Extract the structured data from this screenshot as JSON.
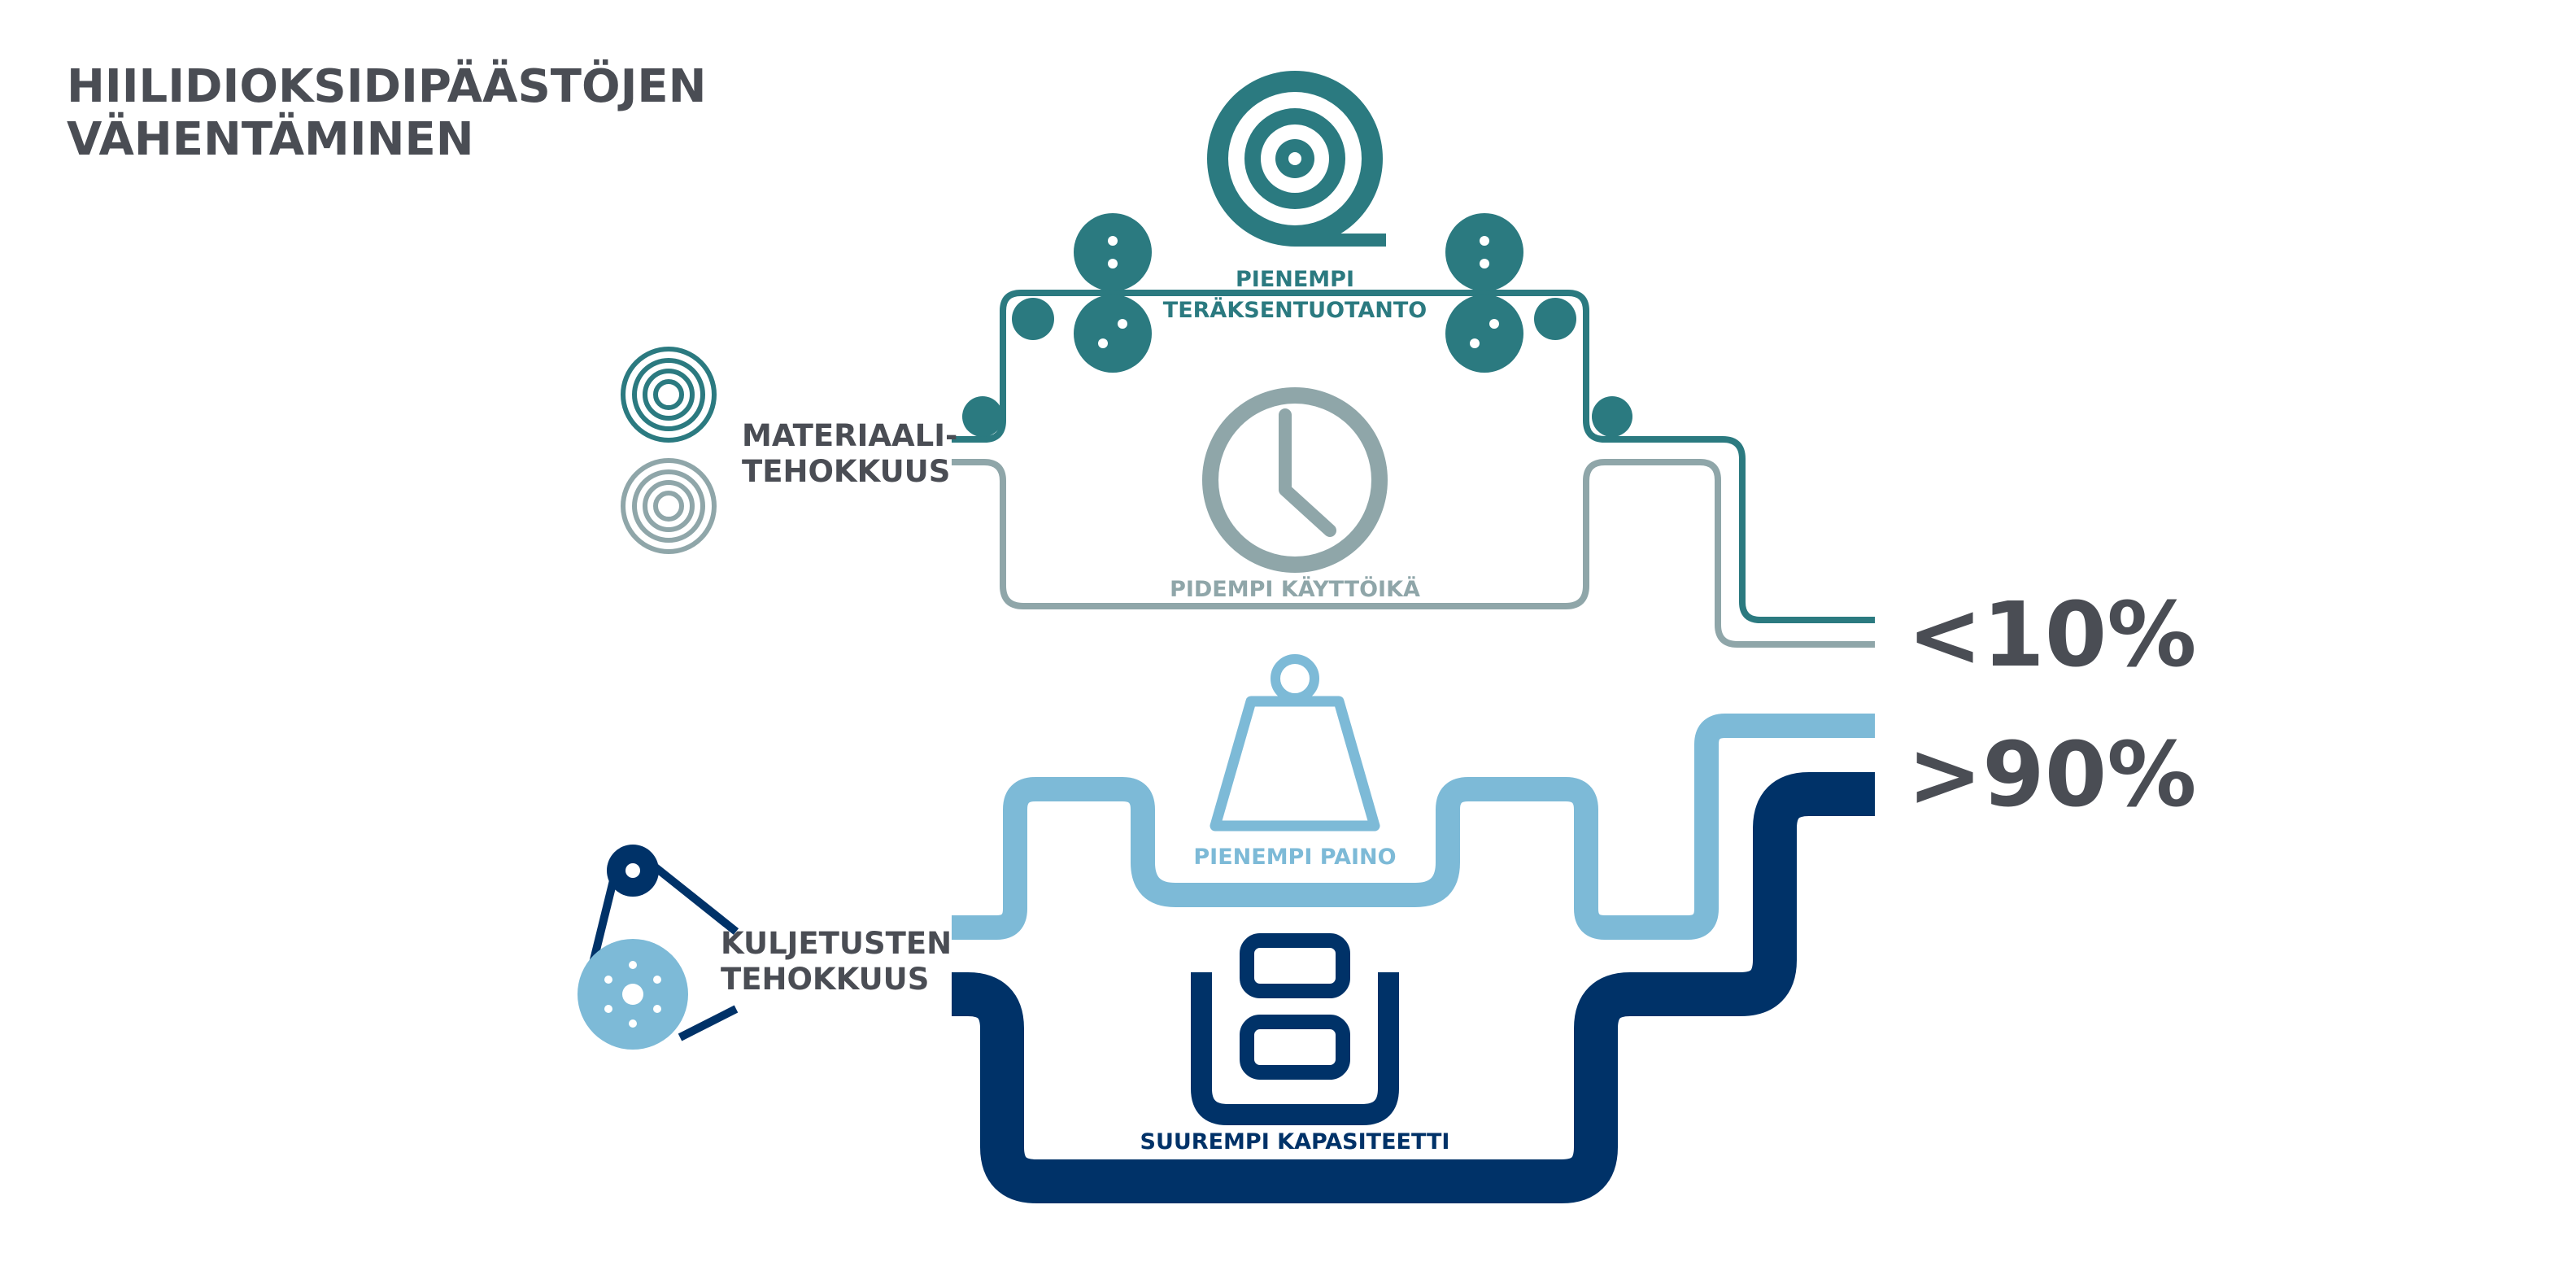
{
  "title": {
    "line1": "HIILIDIOKSIDIPÄÄSTÖJEN",
    "line2": "VÄHENTÄMINEN"
  },
  "material": {
    "label_line1": "MATERIAALI-",
    "label_line2": "TEHOKKUUS",
    "icon": "steel-coils-icon"
  },
  "production": {
    "label_line1": "PIENEMPI",
    "label_line2": "TERÄKSENTUOTANTO",
    "icon": "steel-roll-icon"
  },
  "lifetime": {
    "label": "PIDEMPI KÄYTTÖIKÄ",
    "icon": "clock-icon"
  },
  "transport": {
    "label_line1": "KULJETUSTEN",
    "label_line2": "TEHOKKUUS",
    "icon": "belt-pulley-icon"
  },
  "weight": {
    "label": "PIENEMPI PAINO",
    "icon": "weight-icon"
  },
  "capacity": {
    "label": "SUUREMPI KAPASITEETTI",
    "icon": "container-icon"
  },
  "results": {
    "material_share": "<10%",
    "transport_share": ">90%"
  },
  "colors": {
    "teal": "#2b7a80",
    "gray_teal": "#8fa6a9",
    "light_blue": "#7dbad7",
    "navy": "#003268",
    "text_gray": "#4a4d54"
  }
}
